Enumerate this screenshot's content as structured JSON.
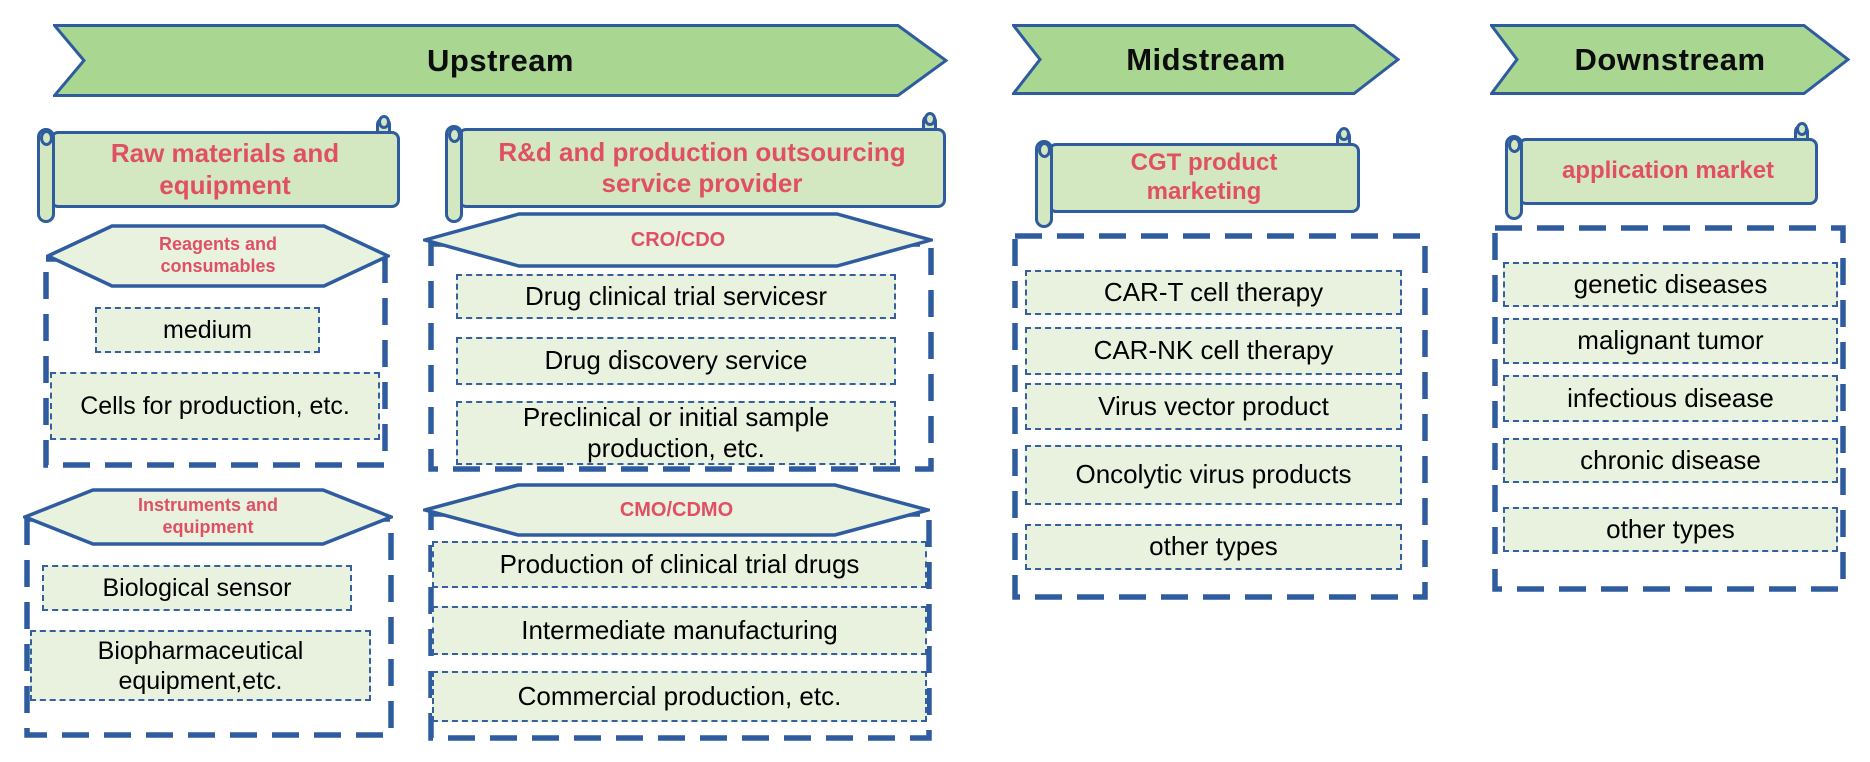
{
  "colors": {
    "banner_green": "#a9d690",
    "scroll_green": "#d3e8c0",
    "box_green": "#e8f2df",
    "border_blue": "#2e5c9e",
    "red_text": "#e05064"
  },
  "banners": [
    {
      "label": "Upstream"
    },
    {
      "label": "Midstream"
    },
    {
      "label": "Downstream"
    }
  ],
  "columns": [
    {
      "scroll_title": "Raw materials and equipment",
      "groups": [
        {
          "hex_label": "Reagents and consumables",
          "items": [
            "medium",
            "Cells for production, etc."
          ]
        },
        {
          "hex_label": "Instruments and equipment",
          "items": [
            "Biological sensor",
            "Biopharmaceutical equipment,etc."
          ]
        }
      ]
    },
    {
      "scroll_title": "R&d and production outsourcing service provider",
      "groups": [
        {
          "hex_label": "CRO/CDO",
          "items": [
            "Drug clinical trial servicesr",
            "Drug discovery service",
            "Preclinical or initial sample production, etc."
          ]
        },
        {
          "hex_label": "CMO/CDMO",
          "items": [
            "Production of clinical trial drugs",
            "Intermediate manufacturing",
            "Commercial production, etc."
          ]
        }
      ]
    },
    {
      "scroll_title": "CGT product marketing",
      "groups": [
        {
          "items": [
            "CAR-T cell therapy",
            "CAR-NK cell therapy",
            "Virus vector product",
            "Oncolytic virus products",
            "other types"
          ]
        }
      ]
    },
    {
      "scroll_title": "application market",
      "groups": [
        {
          "items": [
            "genetic diseases",
            "malignant tumor",
            "infectious disease",
            "chronic disease",
            "other types"
          ]
        }
      ]
    }
  ]
}
